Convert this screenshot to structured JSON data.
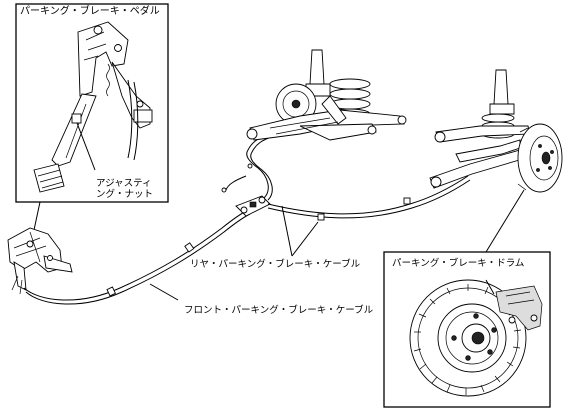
{
  "labels": {
    "pedal_title": "パーキング・ブレーキ・ペダル",
    "adjusting_nut": "アジャスティング・ナット",
    "rear_cable": "リヤ・パーキング・ブレーキ・ケーブル",
    "front_cable": "フロント・パーキング・ブレーキ・ケーブル",
    "drum_title": "パーキング・ブレーキ・ドラム"
  }
}
